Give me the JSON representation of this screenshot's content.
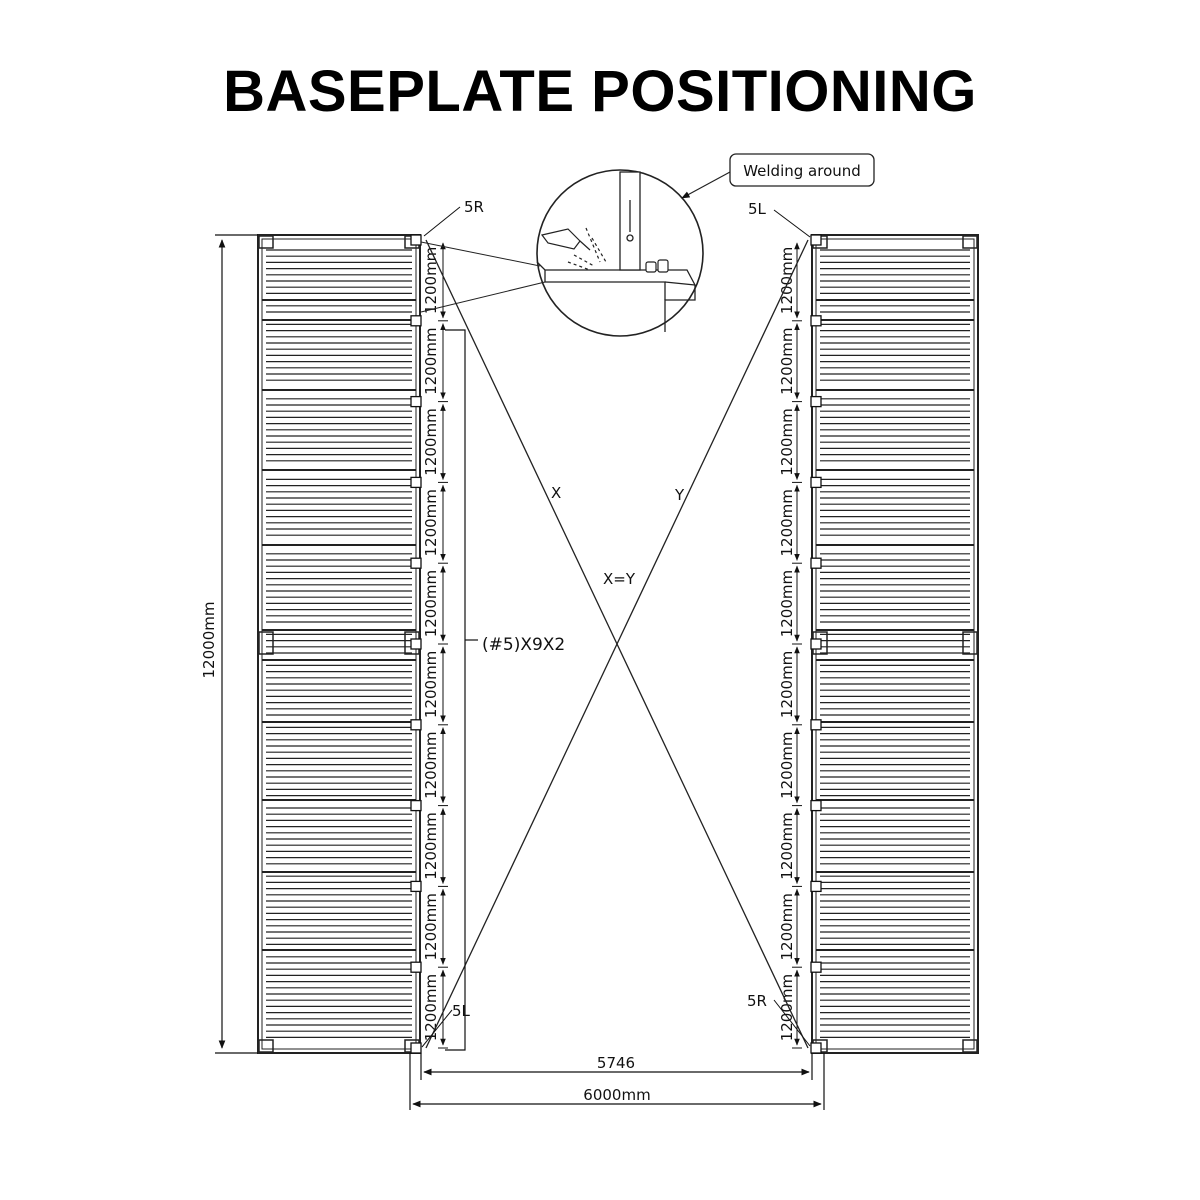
{
  "title": "BASEPLATE POSITIONING",
  "callout_label": "Welding around",
  "labels": {
    "top_left_corner": "5R",
    "top_right_corner": "5L",
    "bottom_left_corner": "5L",
    "bottom_right_corner": "5R",
    "diagonal_x": "X",
    "diagonal_y": "Y",
    "diagonal_equal": "X=Y",
    "baseplate_count": "(#5)X9X2",
    "overall_length": "12000mm",
    "inner_width": "5746",
    "outer_width": "6000mm",
    "spacing": "1200mm"
  },
  "spacing_count_per_side": 10
}
